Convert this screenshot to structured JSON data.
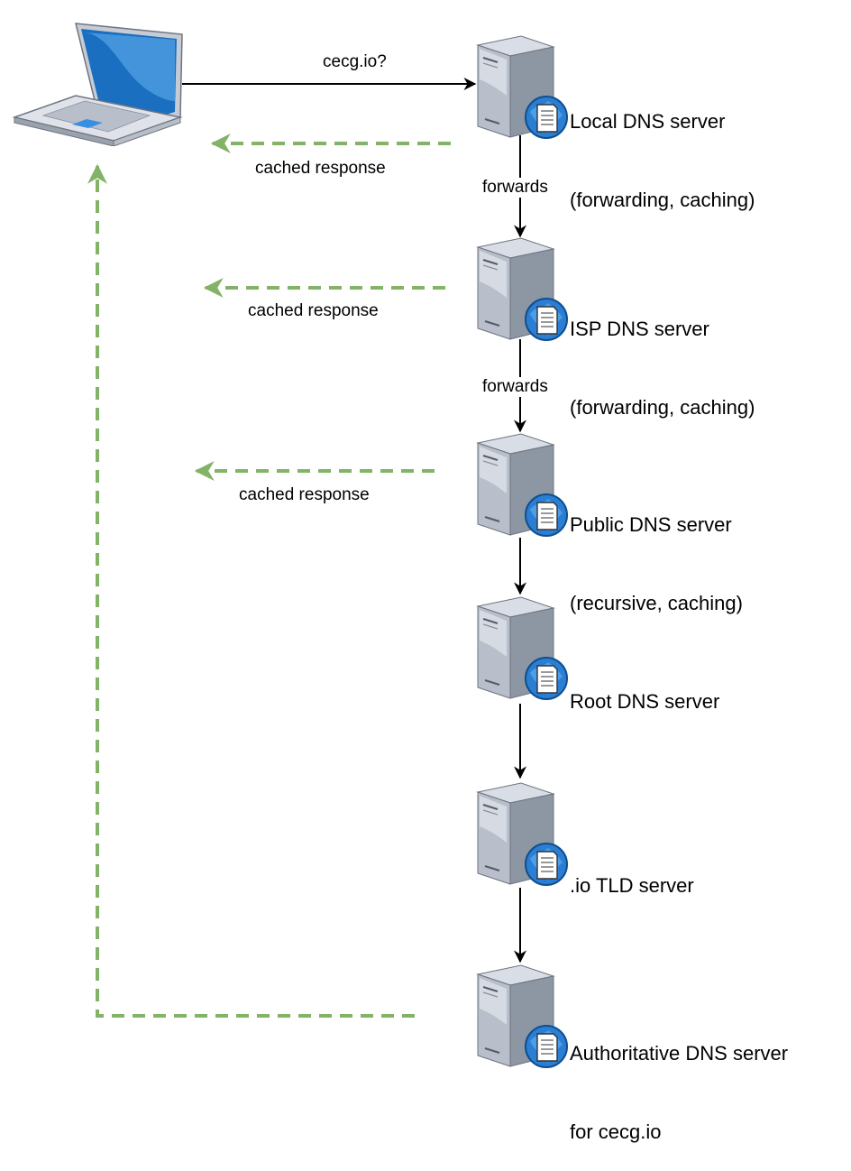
{
  "client": {
    "icon": "laptop-icon"
  },
  "query": {
    "label": "cecg.io?"
  },
  "servers": [
    {
      "id": "local",
      "icon": "server-icon",
      "line1": "Local DNS server",
      "line2": "(forwarding, caching)"
    },
    {
      "id": "isp",
      "icon": "server-icon",
      "line1": "ISP DNS server",
      "line2": "(forwarding, caching)"
    },
    {
      "id": "public",
      "icon": "server-icon",
      "line1": "Public DNS server",
      "line2": "(recursive, caching)"
    },
    {
      "id": "root",
      "icon": "server-icon",
      "line1": "Root DNS server",
      "line2": ""
    },
    {
      "id": "tld",
      "icon": "server-icon",
      "line1": ".io TLD server",
      "line2": ""
    },
    {
      "id": "auth",
      "icon": "server-icon",
      "line1": "Authoritative DNS server",
      "line2": "for cecg.io"
    }
  ],
  "forward_edges": [
    {
      "from": "local",
      "to": "isp",
      "label": "forwards"
    },
    {
      "from": "isp",
      "to": "public",
      "label": "forwards"
    },
    {
      "from": "public",
      "to": "root",
      "label": ""
    },
    {
      "from": "root",
      "to": "tld",
      "label": ""
    },
    {
      "from": "tld",
      "to": "auth",
      "label": ""
    }
  ],
  "response_edges": [
    {
      "from": "local",
      "label": "cached response"
    },
    {
      "from": "isp",
      "label": "cached response"
    },
    {
      "from": "public",
      "label": "cached response"
    },
    {
      "from": "auth",
      "label": ""
    }
  ],
  "colors": {
    "response": "#82b366",
    "arrow": "#000000",
    "server_body": "#aeb6c2",
    "server_side": "#7f8896",
    "globe": "#2a7fd4",
    "screen": "#1b6fc0"
  }
}
